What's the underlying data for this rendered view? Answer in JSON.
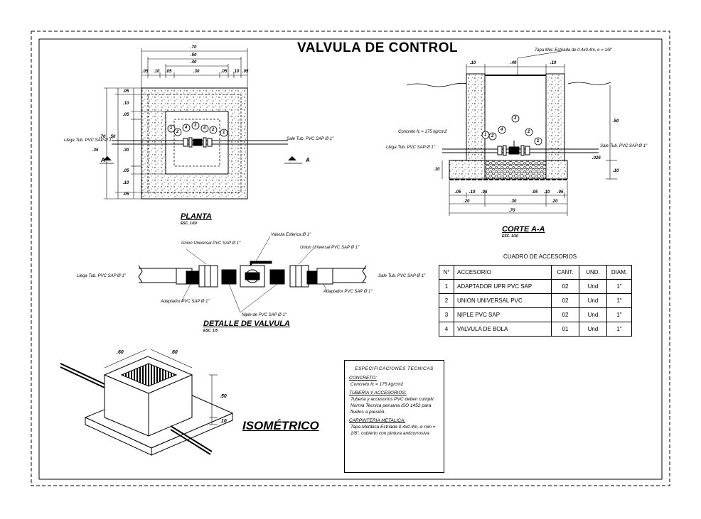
{
  "title": "VALVULA DE CONTROL",
  "planta": {
    "label": "PLANTA",
    "scale": "ESC. 1/10",
    "dims_top": [
      ".70",
      ".50",
      ".40"
    ],
    "dims_segments": [
      ".05",
      ".10",
      ".05",
      ".30",
      ".05",
      ".10",
      ".05"
    ],
    "dims_left": [
      ".05",
      ".10",
      ".05",
      ".30",
      ".05",
      ".10",
      ".05"
    ],
    "dims_left_outer": [
      ".50",
      ".70"
    ],
    "left_35": ".35",
    "inflow": "Llega Tub. PVC SAP Ø 1\"",
    "outflow": "Sale Tub. PVC SAP Ø 1\"",
    "section_marks": [
      "A",
      "A"
    ],
    "callouts": [
      "1",
      "2",
      "4",
      "3",
      "4",
      "2",
      "1"
    ]
  },
  "corte": {
    "label": "CORTE A-A",
    "scale": "ESC. 1/10",
    "tapa": "Tapa Met. Estriada de 0.4x0.4m, e = 1/8\"",
    "concreto": "Concreto fc = 175 kg/cm2",
    "inflow": "Llega Tub. PVC SAP Ø 1\"",
    "outflow": "Sale Tub. PVC SAP Ø 1\"",
    "dims_top": [
      ".10",
      ".40",
      ".10"
    ],
    "dims_bottom": [
      ".05",
      ".10",
      ".05",
      ".05",
      ".10",
      ".05"
    ],
    "dims_bottom2": [
      ".20",
      ".30",
      ".20"
    ],
    "dims_bottom3": ".70",
    "right_50": ".50",
    "right_10": ".10",
    "right_026": ".026",
    "left_10": ".10",
    "callouts": [
      "1",
      "2",
      "4",
      "3",
      "2",
      "1"
    ]
  },
  "detalle": {
    "label": "DETALLE DE VALVULA",
    "scale": "ESC. 1/5",
    "inflow": "Llega Tub. PVC SAP Ø 1\"",
    "outflow": "Sale Tub. PVC SAP Ø 1\"",
    "valve": "Valvula Esferica Ø 1\"",
    "union_left": "Union Universal PVC SAP Ø 1\"",
    "union_right": "Union Universal PVC SAP Ø 1\"",
    "adapt_left": "Adaptador PVC SAP Ø 1\"",
    "adapt_right": "Adaptador PVC SAP Ø 1\"",
    "niple": "Niple de PVC SAP Ø 1\""
  },
  "cuadro": {
    "title": "CUADRO DE ACCESORIOS",
    "headers": [
      "N°",
      "ACCESORIO",
      "CANT.",
      "UND.",
      "DIAM."
    ],
    "rows": [
      [
        "1",
        "ADAPTADOR UPR PVC SAP",
        "02",
        "Und",
        "1\""
      ],
      [
        "2",
        "UNION UNIVERSAL PVC",
        "02",
        "Und",
        "1\""
      ],
      [
        "3",
        "NIPLE PVC SAP",
        "02",
        "Und",
        "1\""
      ],
      [
        "4",
        "VALVULA DE BOLA",
        "01",
        "Und",
        "1\""
      ]
    ]
  },
  "isometrico": {
    "label": "ISOMÉTRICO",
    "dim_a": ".60",
    "dim_b": ".60",
    "dim_h": ".50",
    "dim_base": ".10"
  },
  "specs": {
    "title": "ESPECIFICACIONES TECNICAS",
    "s1_title": "CONCRETO:",
    "s1_text": "Concreto  fc  = 175 kg/cm2",
    "s2_title": "TUBERIA Y ACCESORIOS:",
    "s2_text": "Tuberia y accesorios PVC deben cumplir Norma Tecnica peruana ISO 1452 para fluidos a presión.",
    "s3_title": "CARPINTERIA METALICA:",
    "s3_text": "Tapa Metálica Estriada  0.4x0.4m, e min = 1/8\", cubierto con pintura anticorrosiva"
  }
}
